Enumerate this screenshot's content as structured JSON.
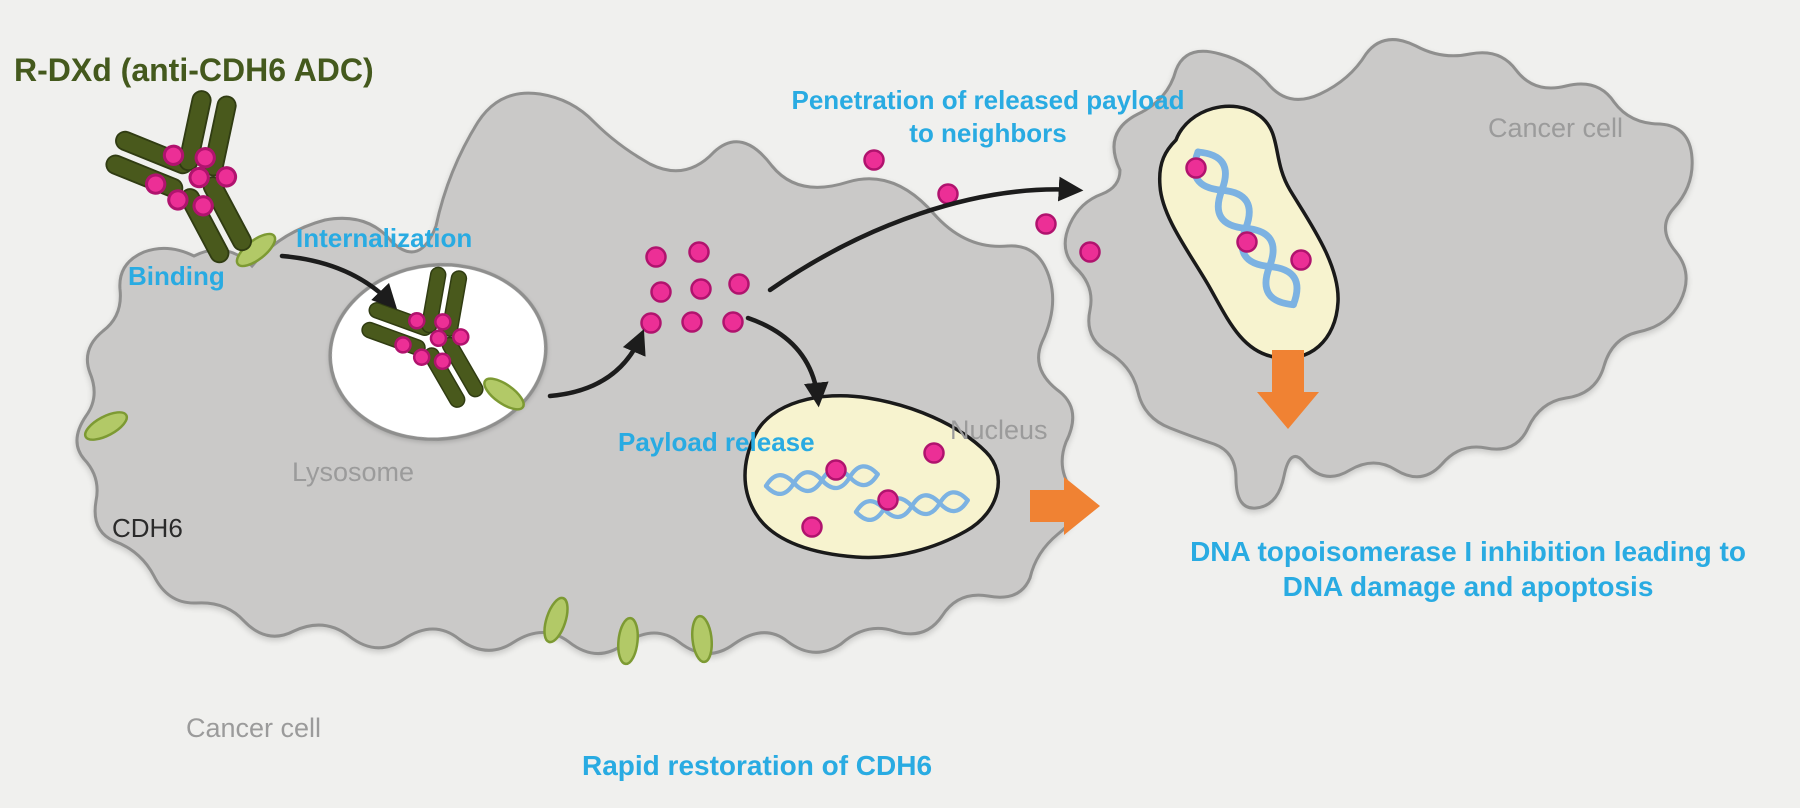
{
  "title": "R-DXd (anti-CDH6 ADC)",
  "labels": {
    "binding": "Binding",
    "internalization": "Internalization",
    "lysosome": "Lysosome",
    "cdh6_receptor": "CDH6",
    "payload_release": "Payload release",
    "nucleus": "Nucleus",
    "penetration": "Penetration of released payload to neighbors",
    "cancer_cell_right": "Cancer cell",
    "cancer_cell_left": "Cancer cell",
    "rapid_restoration": "Rapid restoration of CDH6",
    "dna_topoisomerase": "DNA topoisomerase I inhibition leading to DNA damage and apoptosis"
  },
  "colors": {
    "accent_cyan": "#29abe2",
    "title_green": "#44591d",
    "label_gray": "#9b9b9b",
    "cdh6_black": "#2b2b2b",
    "background": "#f0f0ee",
    "cell_fill": "#cac9c8",
    "cell_stroke": "#8f8f8e",
    "lysosome_fill": "#ffffff",
    "nucleus_fill": "#f7f3cf",
    "nucleus_stroke": "#1a1a1a",
    "payload_pink": "#ec2f96",
    "payload_stroke": "#b0136e",
    "antibody_green": "#49591c",
    "receptor_green": "#b2c967",
    "receptor_stroke": "#7d9a33",
    "dna_blue": "#7cb2e2",
    "arrow_orange": "#f08233",
    "arrow_black": "#1c1c1c"
  }
}
